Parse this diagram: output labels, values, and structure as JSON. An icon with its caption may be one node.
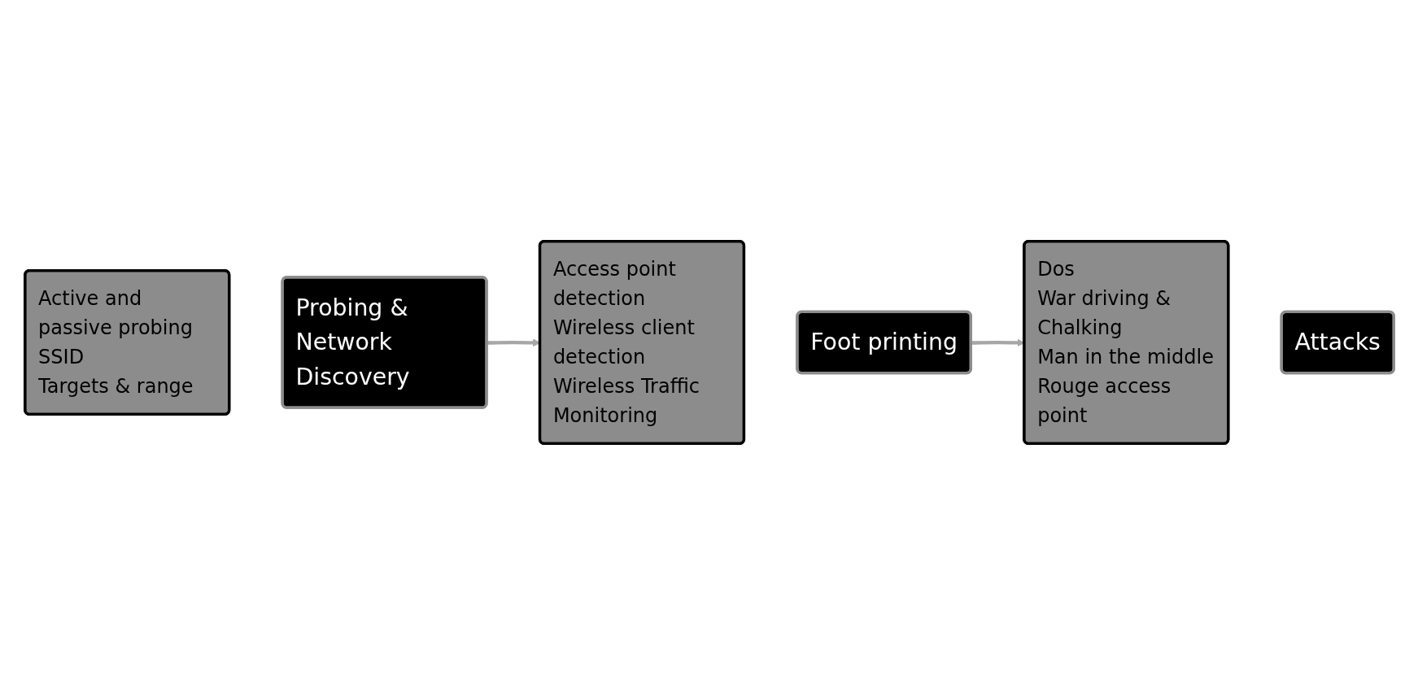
{
  "diagram": {
    "nodes": [
      {
        "text": [
          "Active and passive probing",
          "SSID",
          "Targets & range"
        ]
      },
      {
        "text": [
          "Probing & Network Discovery"
        ]
      },
      {
        "text": [
          "Access point detection",
          "Wireless client detection",
          "Wireless Traffic Monitoring"
        ]
      },
      {
        "text": [
          "Foot printing"
        ]
      },
      {
        "text": [
          "Dos",
          "War driving & Chalking",
          "Man in the middle",
          "Rouge access point"
        ]
      },
      {
        "text": [
          "Attacks"
        ]
      }
    ],
    "edges": [
      {
        "from": 1,
        "to": 2,
        "arrow": "to"
      },
      {
        "from": 3,
        "to": 4,
        "arrow": "to"
      }
    ]
  }
}
